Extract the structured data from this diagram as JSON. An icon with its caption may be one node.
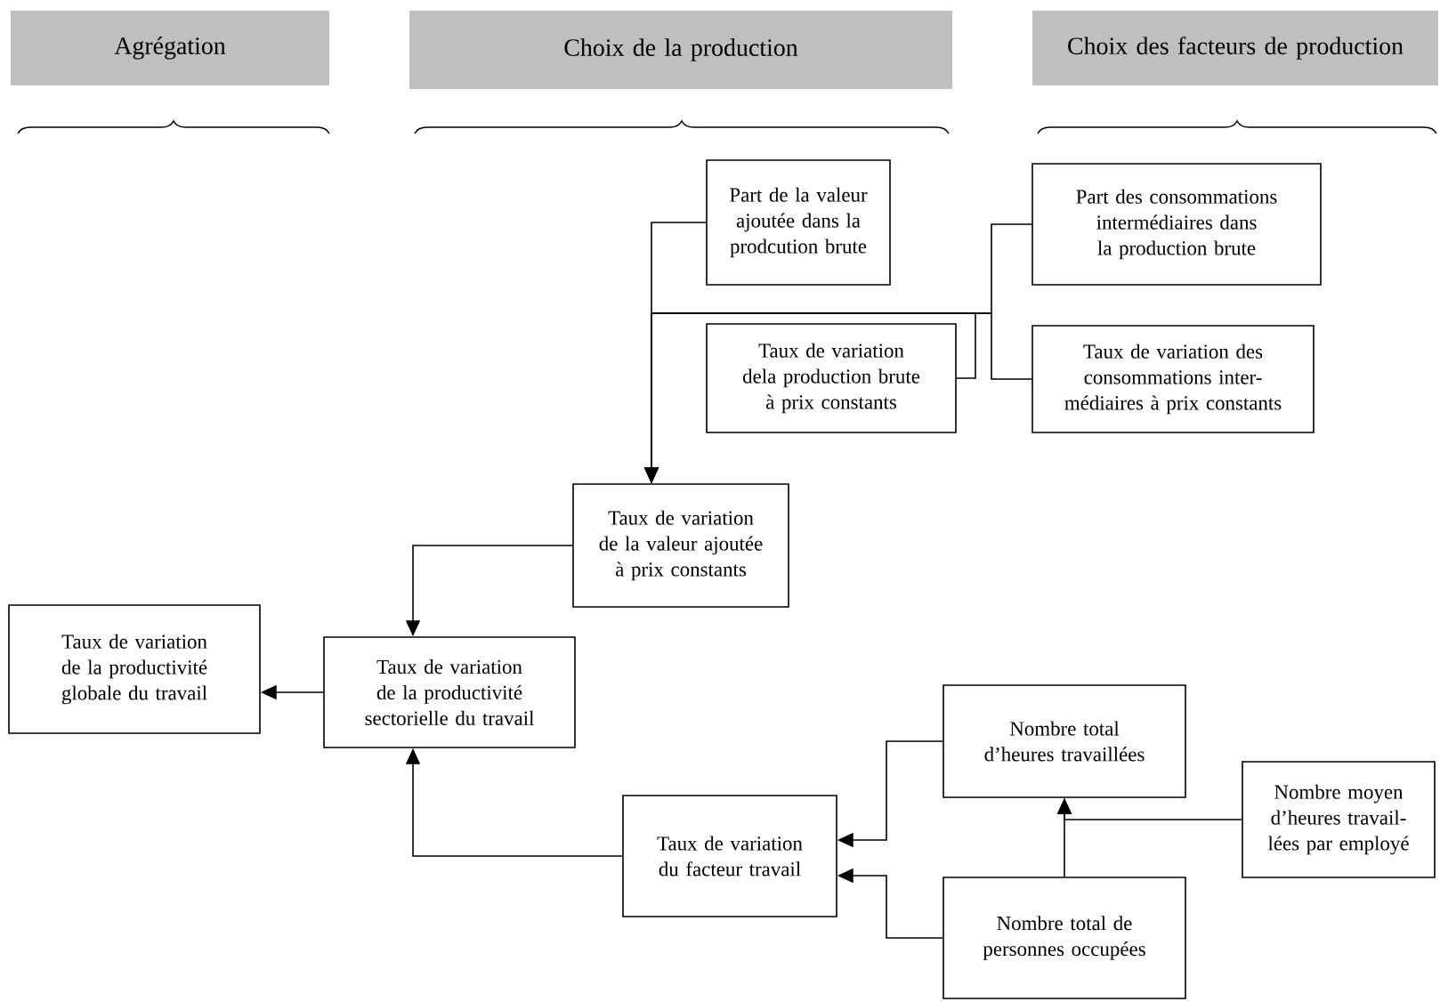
{
  "diagram": {
    "nodes": [
      {
        "text": [
          "Agrégation"
        ]
      },
      {
        "text": [
          "Choix de la production"
        ]
      },
      {
        "text": [
          "Choix des facteurs de production"
        ]
      },
      {
        "text": [
          "Part de la valeur ajoutée dans la prodcution brute"
        ]
      },
      {
        "text": [
          "Part des consommations intermédiaires dans la production brute"
        ]
      },
      {
        "text": [
          "Taux de variation dela production brute à prix constants"
        ]
      },
      {
        "text": [
          "Taux de variation des consommations inter-médiaires à prix constants"
        ]
      },
      {
        "text": [
          "Taux de variation de la valeur ajoutée à prix constants"
        ]
      },
      {
        "text": [
          "Taux de variation de la productivité globale du travail"
        ]
      },
      {
        "text": [
          "Taux de variation de la productivité sectorielle du travail"
        ]
      },
      {
        "text": [
          "Nombre total d’heures travaillées"
        ]
      },
      {
        "text": [
          "Nombre moyen d’heures travail-lées par employé"
        ]
      },
      {
        "text": [
          "Taux de variation du facteur travail"
        ]
      },
      {
        "text": [
          "Nombre total de personnes occupées"
        ]
      }
    ],
    "edges": [
      {
        "from": 3,
        "to": 7,
        "arrow": "to"
      },
      {
        "from": 4,
        "to": 7,
        "arrow": "to"
      },
      {
        "from": 5,
        "to": 7,
        "arrow": "to"
      },
      {
        "from": 6,
        "to": 7,
        "arrow": "to"
      },
      {
        "from": 7,
        "to": 9,
        "arrow": "to"
      },
      {
        "from": 9,
        "to": 8,
        "arrow": "to"
      },
      {
        "from": 12,
        "to": 9,
        "arrow": "to"
      },
      {
        "from": 10,
        "to": 12,
        "arrow": "to"
      },
      {
        "from": 13,
        "to": 12,
        "arrow": "to"
      },
      {
        "from": 13,
        "to": 10,
        "arrow": "to"
      },
      {
        "from": 11,
        "to": 10,
        "arrow": "to"
      }
    ]
  }
}
